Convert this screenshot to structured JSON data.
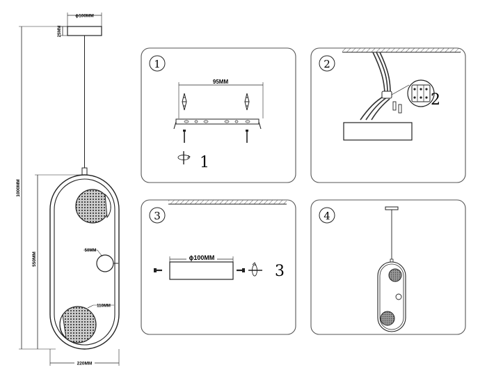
{
  "dimensions": {
    "canopy_diameter": "ϕ100MM",
    "canopy_height": "25MM",
    "total_height": "1000MM",
    "body_height": "550MM",
    "ball_diameter": "50MM",
    "shade_diameter": "110MM",
    "body_width": "220MM"
  },
  "steps": [
    {
      "number": "1",
      "dimension": "95MM",
      "action_number": "1"
    },
    {
      "number": "2",
      "action_number": "2"
    },
    {
      "number": "3",
      "dimension": "ϕ100MM",
      "action_number": "3"
    },
    {
      "number": "4"
    }
  ],
  "colors": {
    "line": "#222222",
    "panel_border": "#555555",
    "shade_fill": "#b0b0b0"
  }
}
